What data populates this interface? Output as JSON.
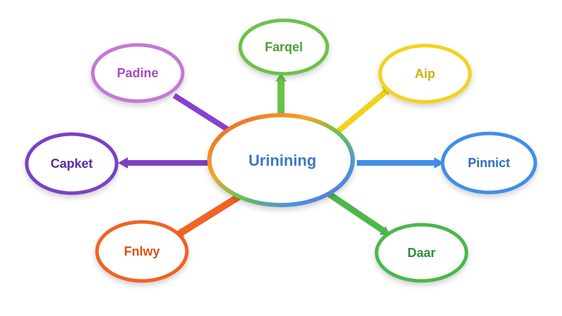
{
  "center": {
    "label": "Urinining",
    "text_color": "#3a78c8",
    "ring_colors": [
      "#e85a2a",
      "#f5a623",
      "#f3d21a",
      "#6cc24a",
      "#4a90e2",
      "#7b5cd6",
      "#c06fd8"
    ]
  },
  "nodes": [
    {
      "id": "fargqe",
      "label": "Farqel",
      "color": "#6cc24a",
      "text_color": "#4f9e33"
    },
    {
      "id": "aip",
      "label": "Aip",
      "color": "#f3d21a",
      "text_color": "#d1b000"
    },
    {
      "id": "pinnict",
      "label": "Pinnict",
      "color": "#3f8ee8",
      "text_color": "#2e6fc0"
    },
    {
      "id": "daar",
      "label": "Daar",
      "color": "#4cb84c",
      "text_color": "#2f8f3a"
    },
    {
      "id": "fnlwy",
      "label": "Fnlwy",
      "color": "#f06424",
      "text_color": "#e04e12"
    },
    {
      "id": "capket",
      "label": "Capket",
      "color": "#7b3fc4",
      "text_color": "#5c2a9e"
    },
    {
      "id": "padine",
      "label": "Padine",
      "color": "#c577d6",
      "text_color": "#a64bbd"
    }
  ]
}
